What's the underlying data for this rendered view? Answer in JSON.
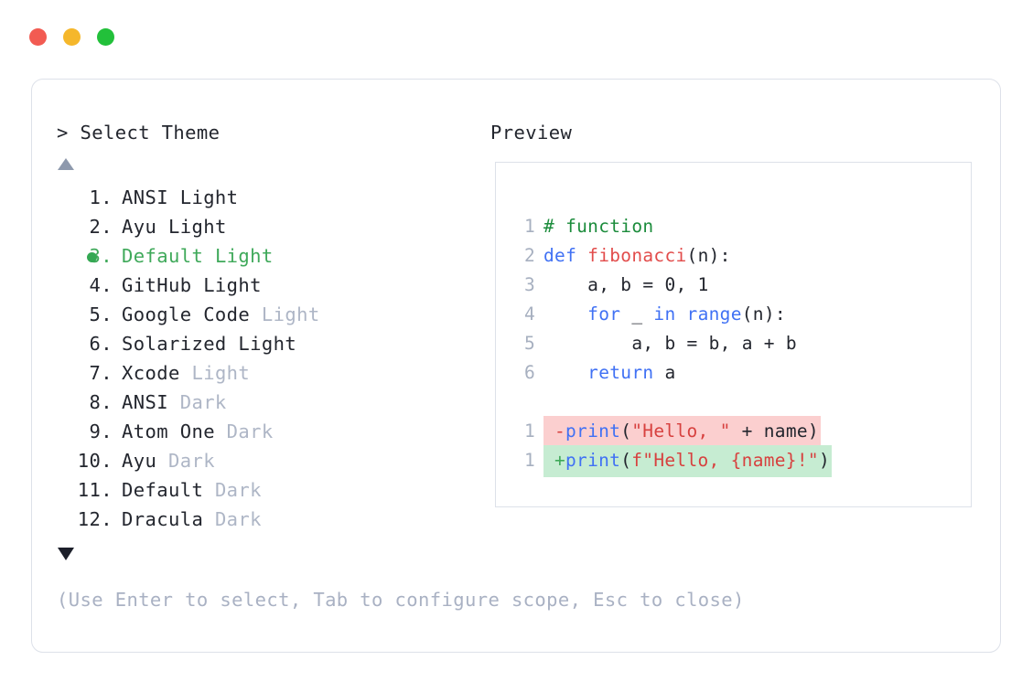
{
  "window_controls": [
    {
      "name": "close",
      "color": "#f25b52"
    },
    {
      "name": "minimize",
      "color": "#f5b72b"
    },
    {
      "name": "maximize",
      "color": "#22c03a"
    }
  ],
  "left_pane": {
    "prompt": "> Select Theme",
    "scroll_up_icon": "triangle-up-icon",
    "scroll_down_icon": "triangle-down-icon",
    "selected_index": 3,
    "selected_bullet_color": "#34a853",
    "items": [
      {
        "num": "1.",
        "name": "ANSI",
        "variant": " Light",
        "variant_dim": false,
        "selected": false
      },
      {
        "num": "2.",
        "name": "Ayu",
        "variant": " Light",
        "variant_dim": false,
        "selected": false
      },
      {
        "num": "3.",
        "name": "Default",
        "variant": " Light",
        "variant_dim": false,
        "selected": true
      },
      {
        "num": "4.",
        "name": "GitHub",
        "variant": " Light",
        "variant_dim": false,
        "selected": false
      },
      {
        "num": "5.",
        "name": "Google Code",
        "variant": " Light",
        "variant_dim": true,
        "selected": false
      },
      {
        "num": "6.",
        "name": "Solarized",
        "variant": " Light",
        "variant_dim": false,
        "selected": false
      },
      {
        "num": "7.",
        "name": "Xcode",
        "variant": " Light",
        "variant_dim": true,
        "selected": false
      },
      {
        "num": "8.",
        "name": "ANSI",
        "variant": " Dark",
        "variant_dim": true,
        "selected": false
      },
      {
        "num": "9.",
        "name": "Atom One",
        "variant": " Dark",
        "variant_dim": true,
        "selected": false
      },
      {
        "num": "10.",
        "name": "Ayu",
        "variant": " Dark",
        "variant_dim": true,
        "selected": false
      },
      {
        "num": "11.",
        "name": "Default",
        "variant": " Dark",
        "variant_dim": true,
        "selected": false
      },
      {
        "num": "12.",
        "name": "Dracula",
        "variant": " Dark",
        "variant_dim": true,
        "selected": false
      }
    ]
  },
  "hint": "(Use Enter to select, Tab to configure scope, Esc to close)",
  "right_pane": {
    "label": "Preview",
    "code_lines": [
      {
        "num": "1",
        "tokens": [
          {
            "t": "# function",
            "c": "comment"
          }
        ]
      },
      {
        "num": "2",
        "tokens": [
          {
            "t": "def ",
            "c": "kw"
          },
          {
            "t": "fibonacci",
            "c": "fn"
          },
          {
            "t": "(n):",
            "c": "plain"
          }
        ]
      },
      {
        "num": "3",
        "tokens": [
          {
            "t": "    a, b = 0, 1",
            "c": "plain"
          }
        ]
      },
      {
        "num": "4",
        "tokens": [
          {
            "t": "    ",
            "c": "plain"
          },
          {
            "t": "for",
            "c": "kw"
          },
          {
            "t": " _ ",
            "c": "plain"
          },
          {
            "t": "in range",
            "c": "kw"
          },
          {
            "t": "(n):",
            "c": "plain"
          }
        ]
      },
      {
        "num": "5",
        "tokens": [
          {
            "t": "        a, b = b, a + b",
            "c": "plain"
          }
        ]
      },
      {
        "num": "6",
        "tokens": [
          {
            "t": "    ",
            "c": "plain"
          },
          {
            "t": "return",
            "c": "kw"
          },
          {
            "t": " a",
            "c": "plain"
          }
        ]
      }
    ],
    "diff_lines": [
      {
        "num": "1",
        "kind": "del",
        "sign": "-",
        "bg": "#fbcfcf",
        "tokens": [
          {
            "t": "print",
            "c": "kw"
          },
          {
            "t": "(",
            "c": "plain"
          },
          {
            "t": "\"Hello, \"",
            "c": "str"
          },
          {
            "t": " + name)",
            "c": "plain"
          }
        ]
      },
      {
        "num": "1",
        "kind": "add",
        "sign": "+",
        "bg": "#c6ecd2",
        "tokens": [
          {
            "t": "print",
            "c": "kw"
          },
          {
            "t": "(",
            "c": "plain"
          },
          {
            "t": "f\"Hello, {name}!\"",
            "c": "str"
          },
          {
            "t": ")",
            "c": "plain"
          }
        ]
      }
    ]
  }
}
